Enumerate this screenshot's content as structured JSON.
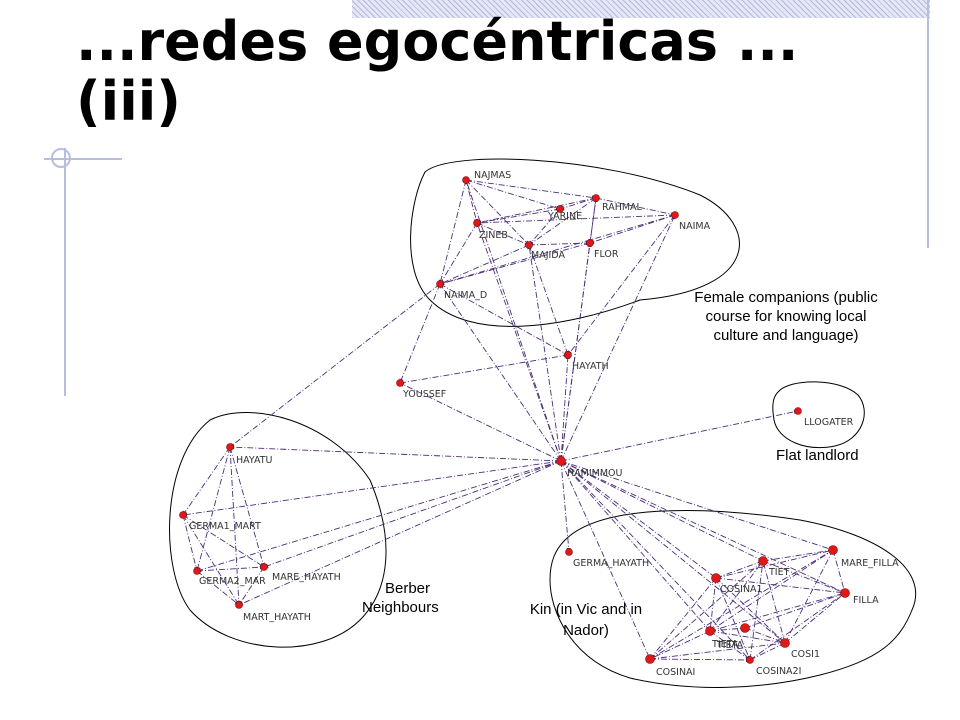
{
  "slide": {
    "title_line1": "...redes egocéntricas ...",
    "title_line2": "(iii)"
  },
  "colors": {
    "edge": "#4a2e78",
    "node": "#e01818",
    "hull": "#000000",
    "accent": "#b7bde0"
  },
  "nodes": [
    {
      "id": "najmas",
      "label": "NAJMAS"
    },
    {
      "id": "rahmal",
      "label": "RAHMAL"
    },
    {
      "id": "yarine",
      "label": "YARINE"
    },
    {
      "id": "naima",
      "label": "NAIMA"
    },
    {
      "id": "zineb",
      "label": "ZINEB"
    },
    {
      "id": "majida",
      "label": "MAJIDA"
    },
    {
      "id": "flor",
      "label": "FLOR"
    },
    {
      "id": "naima_d",
      "label": "NAIMA_D"
    },
    {
      "id": "hayath_top",
      "label": "HAYATH"
    },
    {
      "id": "youssef",
      "label": "YOUSSEF"
    },
    {
      "id": "llogater",
      "label": "LLOGATER"
    },
    {
      "id": "hamimmou",
      "label": "HAMIMMOU"
    },
    {
      "id": "hayatu",
      "label": "HAYATU"
    },
    {
      "id": "germa1_mart",
      "label": "GERMA1_MART"
    },
    {
      "id": "germa2_mar",
      "label": "GERMA2_MAR"
    },
    {
      "id": "mare_hayath",
      "label": "MARE_HAYATH"
    },
    {
      "id": "mart_hayath",
      "label": "MART_HAYATH"
    },
    {
      "id": "germa_hayath",
      "label": "GERMA_HAYATH"
    },
    {
      "id": "cosina1",
      "label": "COSINA1"
    },
    {
      "id": "tieta",
      "label": "TIETA"
    },
    {
      "id": "tieta2",
      "label": "TIETA"
    },
    {
      "id": "cosinai",
      "label": "COSINAI"
    },
    {
      "id": "cosina2i",
      "label": "COSINA2I"
    },
    {
      "id": "cosi1",
      "label": "COSI1"
    },
    {
      "id": "tiet",
      "label": "TIET"
    },
    {
      "id": "mare_filla",
      "label": "MARE_FILLA"
    },
    {
      "id": "filla",
      "label": "FILLA"
    }
  ],
  "groups": [
    {
      "id": "female",
      "label_lines": [
        "Female companions (public",
        "course for knowing local",
        "culture and language)"
      ]
    },
    {
      "id": "landlord",
      "label_lines": [
        "Flat landlord"
      ]
    },
    {
      "id": "berber",
      "label_lines": [
        "Berber",
        "Neighbours"
      ]
    },
    {
      "id": "kin",
      "label_lines": [
        "Kin (in Vic and in",
        "Nador)"
      ]
    }
  ],
  "edges": [
    [
      "hamimmou",
      "najmas"
    ],
    [
      "hamimmou",
      "rahmal"
    ],
    [
      "hamimmou",
      "naima"
    ],
    [
      "hamimmou",
      "zineb"
    ],
    [
      "hamimmou",
      "majida"
    ],
    [
      "hamimmou",
      "flor"
    ],
    [
      "hamimmou",
      "naima_d"
    ],
    [
      "hamimmou",
      "hayath_top"
    ],
    [
      "hamimmou",
      "youssef"
    ],
    [
      "hamimmou",
      "llogater"
    ],
    [
      "hamimmou",
      "hayatu"
    ],
    [
      "hamimmou",
      "germa1_mart"
    ],
    [
      "hamimmou",
      "germa2_mar"
    ],
    [
      "hamimmou",
      "mare_hayath"
    ],
    [
      "hamimmou",
      "mart_hayath"
    ],
    [
      "hamimmou",
      "germa_hayath"
    ],
    [
      "hamimmou",
      "cosina1"
    ],
    [
      "hamimmou",
      "tieta"
    ],
    [
      "hamimmou",
      "cosinai"
    ],
    [
      "hamimmou",
      "cosina2i"
    ],
    [
      "hamimmou",
      "cosi1"
    ],
    [
      "hamimmou",
      "tiet"
    ],
    [
      "hamimmou",
      "mare_filla"
    ],
    [
      "hamimmou",
      "filla"
    ],
    [
      "najmas",
      "rahmal"
    ],
    [
      "najmas",
      "zineb"
    ],
    [
      "najmas",
      "majida"
    ],
    [
      "najmas",
      "naima_d"
    ],
    [
      "najmas",
      "yarine"
    ],
    [
      "rahmal",
      "naima"
    ],
    [
      "rahmal",
      "zineb"
    ],
    [
      "rahmal",
      "majida"
    ],
    [
      "rahmal",
      "flor"
    ],
    [
      "rahmal",
      "yarine"
    ],
    [
      "yarine",
      "zineb"
    ],
    [
      "yarine",
      "majida"
    ],
    [
      "naima",
      "zineb"
    ],
    [
      "naima",
      "flor"
    ],
    [
      "naima",
      "naima_d"
    ],
    [
      "zineb",
      "majida"
    ],
    [
      "zineb",
      "naima_d"
    ],
    [
      "majida",
      "flor"
    ],
    [
      "majida",
      "naima_d"
    ],
    [
      "flor",
      "naima_d"
    ],
    [
      "naima_d",
      "hayath_top"
    ],
    [
      "naima_d",
      "youssef"
    ],
    [
      "naima",
      "hayath_top"
    ],
    [
      "majida",
      "hayath_top"
    ],
    [
      "naima_d",
      "hayatu"
    ],
    [
      "youssef",
      "hayath_top"
    ],
    [
      "hayatu",
      "germa1_mart"
    ],
    [
      "hayatu",
      "germa2_mar"
    ],
    [
      "hayatu",
      "mare_hayath"
    ],
    [
      "hayatu",
      "mart_hayath"
    ],
    [
      "germa1_mart",
      "germa2_mar"
    ],
    [
      "germa1_mart",
      "mare_hayath"
    ],
    [
      "germa1_mart",
      "mart_hayath"
    ],
    [
      "germa2_mar",
      "mare_hayath"
    ],
    [
      "germa2_mar",
      "mart_hayath"
    ],
    [
      "mare_hayath",
      "mart_hayath"
    ],
    [
      "cosina1",
      "tieta"
    ],
    [
      "cosina1",
      "cosinai"
    ],
    [
      "cosina1",
      "cosina2i"
    ],
    [
      "cosina1",
      "cosi1"
    ],
    [
      "cosina1",
      "tiet"
    ],
    [
      "cosina1",
      "mare_filla"
    ],
    [
      "cosina1",
      "filla"
    ],
    [
      "tieta",
      "tieta2"
    ],
    [
      "tieta",
      "cosinai"
    ],
    [
      "tieta",
      "cosina2i"
    ],
    [
      "tieta",
      "cosi1"
    ],
    [
      "tieta",
      "tiet"
    ],
    [
      "tieta",
      "mare_filla"
    ],
    [
      "tieta",
      "filla"
    ],
    [
      "cosinai",
      "cosina2i"
    ],
    [
      "cosinai",
      "cosi1"
    ],
    [
      "cosinai",
      "tiet"
    ],
    [
      "cosinai",
      "mare_filla"
    ],
    [
      "cosina2i",
      "cosi1"
    ],
    [
      "cosina2i",
      "tiet"
    ],
    [
      "cosina2i",
      "filla"
    ],
    [
      "cosi1",
      "tiet"
    ],
    [
      "cosi1",
      "mare_filla"
    ],
    [
      "cosi1",
      "filla"
    ],
    [
      "tiet",
      "mare_filla"
    ],
    [
      "tiet",
      "filla"
    ],
    [
      "mare_filla",
      "filla"
    ],
    [
      "tieta2",
      "cosi1"
    ],
    [
      "tieta2",
      "filla"
    ]
  ]
}
